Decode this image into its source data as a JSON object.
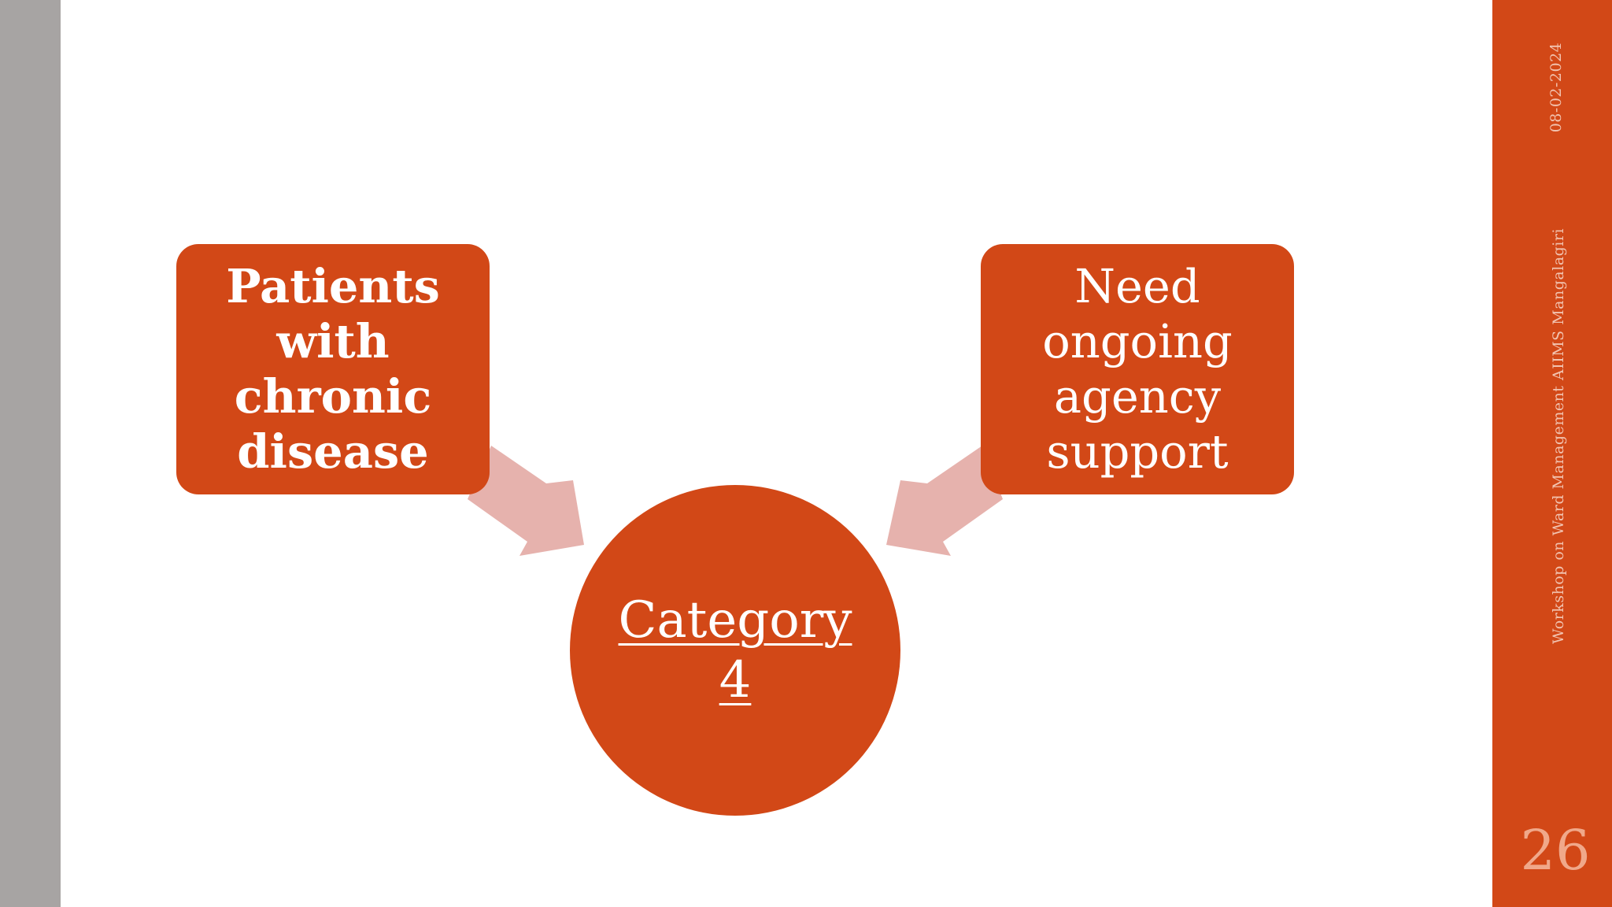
{
  "slide": {
    "date": "08-02-2024",
    "footer": "Workshop on Ward Management AIIMS Mangalagiri",
    "page_number": "26"
  },
  "diagram": {
    "left_box": [
      "Patients",
      "with",
      "chronic",
      "disease"
    ],
    "right_box": [
      "Need",
      "ongoing",
      "agency",
      "support"
    ],
    "center_circle": [
      "Category",
      "4"
    ]
  },
  "colors": {
    "primary": "#d24817",
    "arrow": "#e6b2ad",
    "left_bar": "#a7a4a3",
    "sidebar_text": "#f2c3b0"
  }
}
